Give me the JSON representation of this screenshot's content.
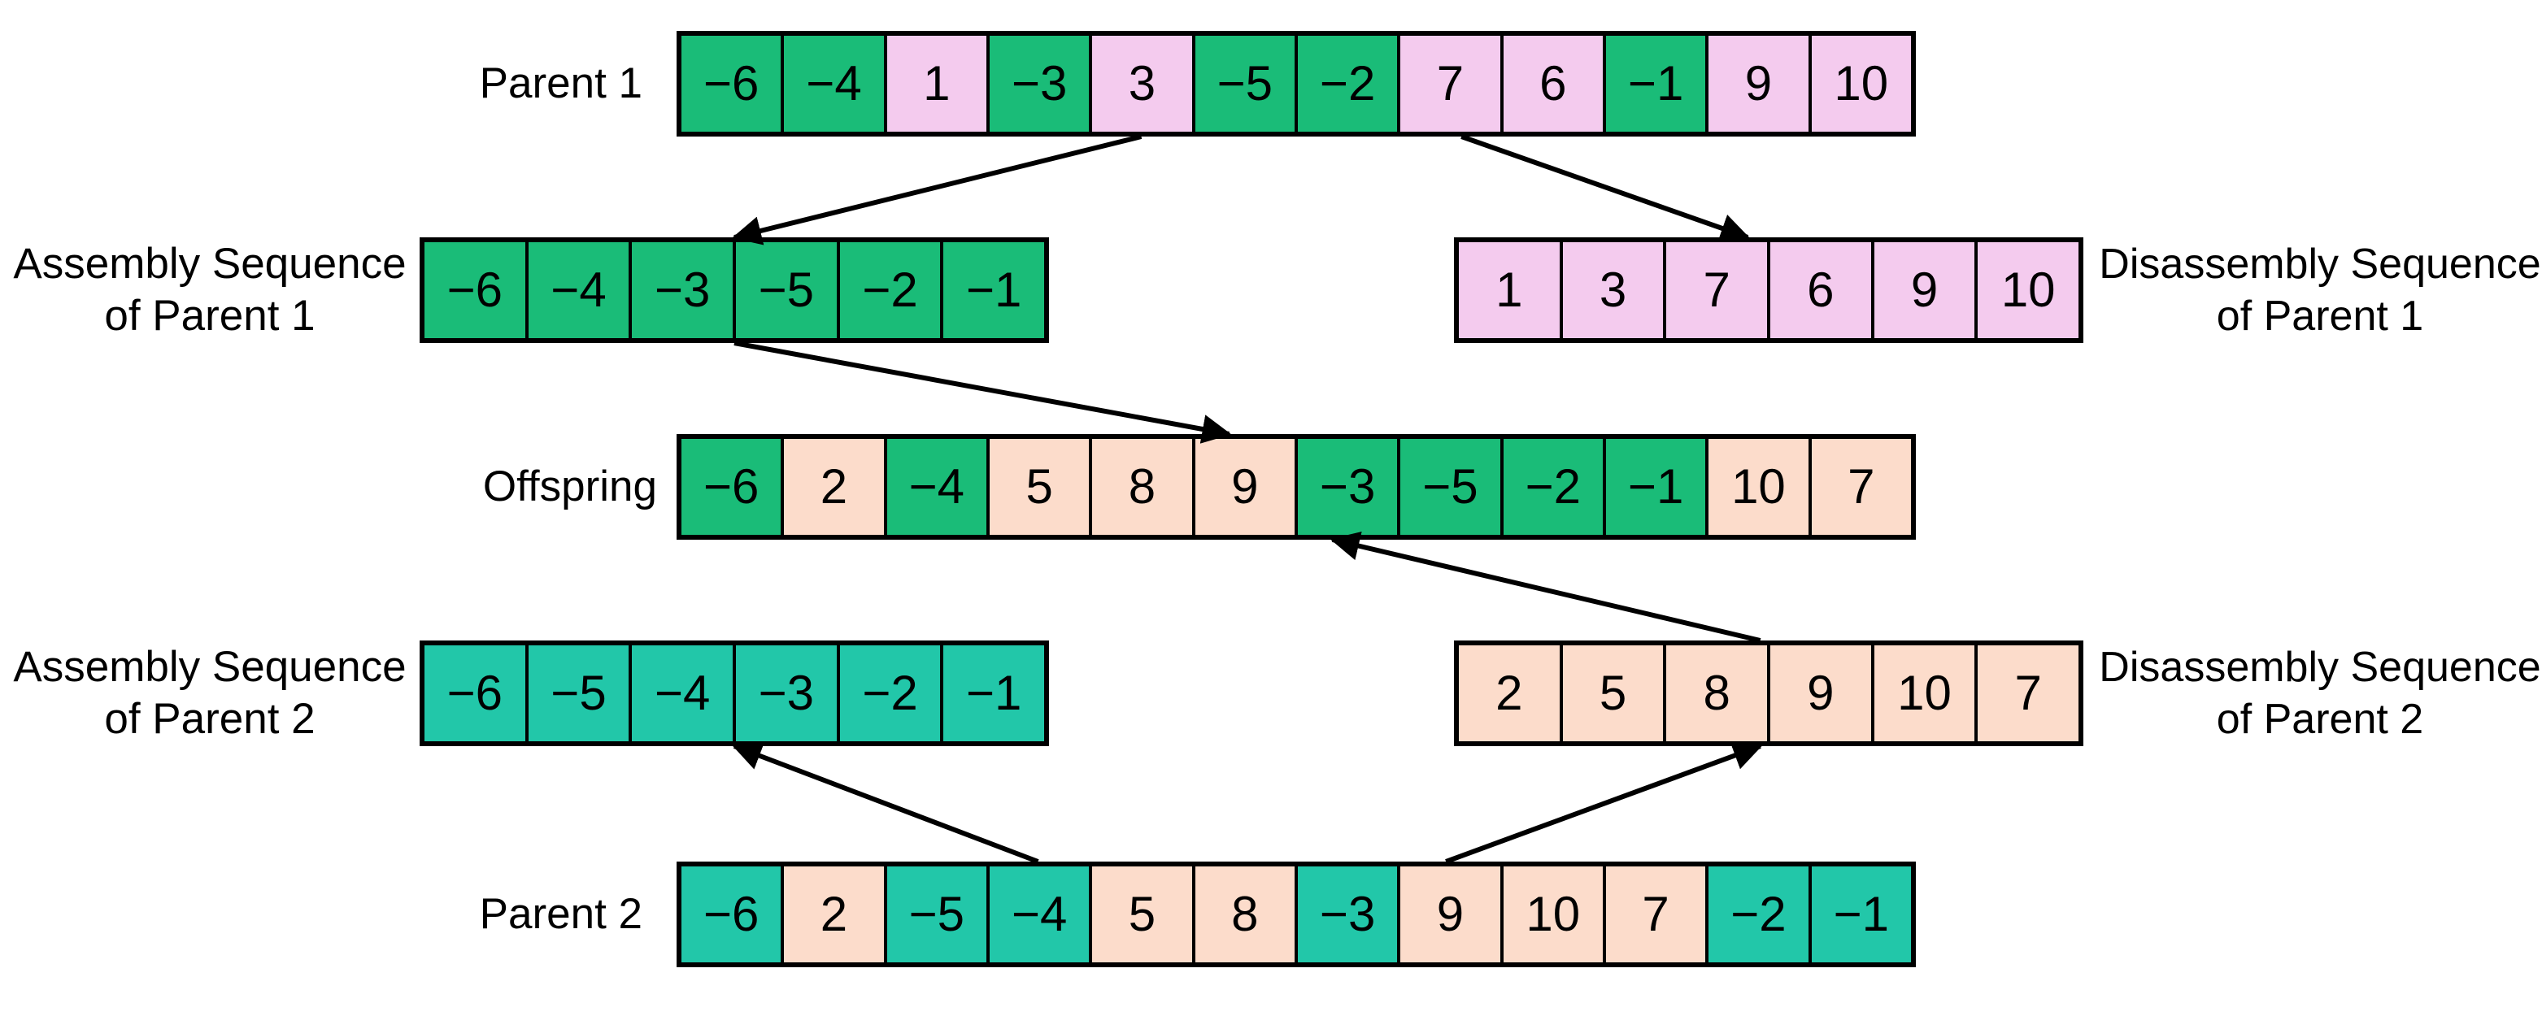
{
  "colors": {
    "green": "#1ABC78",
    "pink": "#F4CBEE",
    "teal": "#22C7A9",
    "peach": "#FCDCCB",
    "border": "#000000",
    "arrow": "#000000",
    "text": "#000000",
    "background": "#FFFFFF"
  },
  "rows": [
    {
      "id": "parent1",
      "label": {
        "line1": "Parent 1"
      },
      "cells": [
        {
          "value": "−6",
          "color": "green"
        },
        {
          "value": "−4",
          "color": "green"
        },
        {
          "value": "1",
          "color": "pink"
        },
        {
          "value": "−3",
          "color": "green"
        },
        {
          "value": "3",
          "color": "pink"
        },
        {
          "value": "−5",
          "color": "green"
        },
        {
          "value": "−2",
          "color": "green"
        },
        {
          "value": "7",
          "color": "pink"
        },
        {
          "value": "6",
          "color": "pink"
        },
        {
          "value": "−1",
          "color": "green"
        },
        {
          "value": "9",
          "color": "pink"
        },
        {
          "value": "10",
          "color": "pink"
        }
      ]
    },
    {
      "id": "assembly1",
      "label": {
        "line1": "Assembly Sequence",
        "line2": "of Parent 1"
      },
      "cells": [
        {
          "value": "−6",
          "color": "green"
        },
        {
          "value": "−4",
          "color": "green"
        },
        {
          "value": "−3",
          "color": "green"
        },
        {
          "value": "−5",
          "color": "green"
        },
        {
          "value": "−2",
          "color": "green"
        },
        {
          "value": "−1",
          "color": "green"
        }
      ]
    },
    {
      "id": "disassembly1",
      "label": {
        "line1": "Disassembly Sequence",
        "line2": "of Parent 1"
      },
      "cells": [
        {
          "value": "1",
          "color": "pink"
        },
        {
          "value": "3",
          "color": "pink"
        },
        {
          "value": "7",
          "color": "pink"
        },
        {
          "value": "6",
          "color": "pink"
        },
        {
          "value": "9",
          "color": "pink"
        },
        {
          "value": "10",
          "color": "pink"
        }
      ]
    },
    {
      "id": "offspring",
      "label": {
        "line1": "Offspring"
      },
      "cells": [
        {
          "value": "−6",
          "color": "green"
        },
        {
          "value": "2",
          "color": "peach"
        },
        {
          "value": "−4",
          "color": "green"
        },
        {
          "value": "5",
          "color": "peach"
        },
        {
          "value": "8",
          "color": "peach"
        },
        {
          "value": "9",
          "color": "peach"
        },
        {
          "value": "−3",
          "color": "green"
        },
        {
          "value": "−5",
          "color": "green"
        },
        {
          "value": "−2",
          "color": "green"
        },
        {
          "value": "−1",
          "color": "green"
        },
        {
          "value": "10",
          "color": "peach"
        },
        {
          "value": "7",
          "color": "peach"
        }
      ]
    },
    {
      "id": "assembly2",
      "label": {
        "line1": "Assembly Sequence",
        "line2": "of Parent 2"
      },
      "cells": [
        {
          "value": "−6",
          "color": "teal"
        },
        {
          "value": "−5",
          "color": "teal"
        },
        {
          "value": "−4",
          "color": "teal"
        },
        {
          "value": "−3",
          "color": "teal"
        },
        {
          "value": "−2",
          "color": "teal"
        },
        {
          "value": "−1",
          "color": "teal"
        }
      ]
    },
    {
      "id": "disassembly2",
      "label": {
        "line1": "Disassembly Sequence",
        "line2": "of Parent 2"
      },
      "cells": [
        {
          "value": "2",
          "color": "peach"
        },
        {
          "value": "5",
          "color": "peach"
        },
        {
          "value": "8",
          "color": "peach"
        },
        {
          "value": "9",
          "color": "peach"
        },
        {
          "value": "10",
          "color": "peach"
        },
        {
          "value": "7",
          "color": "peach"
        }
      ]
    },
    {
      "id": "parent2",
      "label": {
        "line1": "Parent 2"
      },
      "cells": [
        {
          "value": "−6",
          "color": "teal"
        },
        {
          "value": "2",
          "color": "peach"
        },
        {
          "value": "−5",
          "color": "teal"
        },
        {
          "value": "−4",
          "color": "teal"
        },
        {
          "value": "5",
          "color": "peach"
        },
        {
          "value": "8",
          "color": "peach"
        },
        {
          "value": "−3",
          "color": "teal"
        },
        {
          "value": "9",
          "color": "peach"
        },
        {
          "value": "10",
          "color": "peach"
        },
        {
          "value": "7",
          "color": "peach"
        },
        {
          "value": "−2",
          "color": "teal"
        },
        {
          "value": "−1",
          "color": "teal"
        }
      ]
    }
  ],
  "arrows": [
    {
      "from_row": "parent1",
      "from_edge": "bottom",
      "from_cell_index": 4.5,
      "to_row": "assembly1",
      "to_edge": "top",
      "to_cell_index": 3.0
    },
    {
      "from_row": "parent1",
      "from_edge": "bottom",
      "from_cell_index": 7.6,
      "to_row": "disassembly1",
      "to_edge": "top",
      "to_cell_index": 2.8
    },
    {
      "from_row": "assembly1",
      "from_edge": "bottom",
      "from_cell_index": 3.0,
      "to_row": "offspring",
      "to_edge": "top",
      "to_cell_index": 5.35
    },
    {
      "from_row": "parent2",
      "from_edge": "top",
      "from_cell_index": 3.5,
      "to_row": "assembly2",
      "to_edge": "bottom",
      "to_cell_index": 3.0
    },
    {
      "from_row": "parent2",
      "from_edge": "top",
      "from_cell_index": 7.45,
      "to_row": "disassembly2",
      "to_edge": "bottom",
      "to_cell_index": 2.92
    },
    {
      "from_row": "disassembly2",
      "from_edge": "top",
      "from_cell_index": 2.92,
      "to_row": "offspring",
      "to_edge": "bottom",
      "to_cell_index": 6.35
    }
  ]
}
